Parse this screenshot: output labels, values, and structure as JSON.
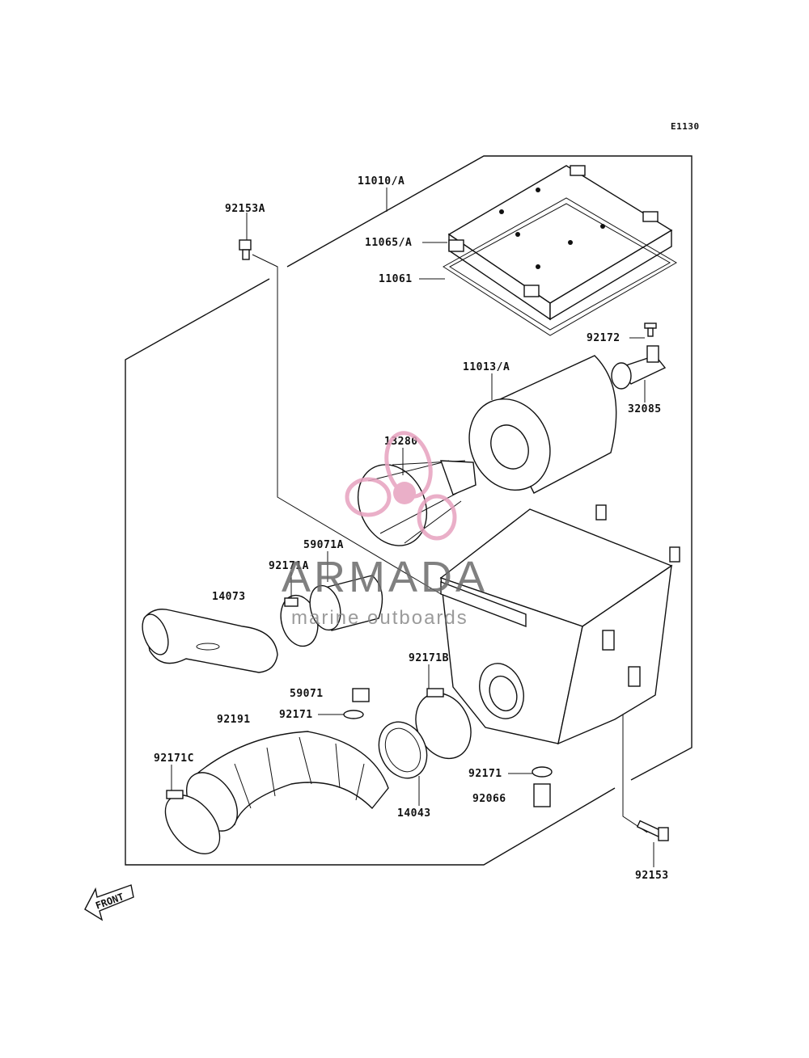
{
  "diagram": {
    "code": "E1130",
    "front_label": "FRONT",
    "watermark": {
      "brand": "ARMADA",
      "tagline": "marine outboards",
      "color": "#e7a2bf"
    },
    "part_labels": [
      "11010/A",
      "92153A",
      "11065/A",
      "11061",
      "92172",
      "11013/A",
      "32085",
      "13280",
      "59071A",
      "92171A",
      "14073",
      "92171B",
      "59071",
      "92171",
      "92191",
      "92171C",
      "92171",
      "92066",
      "14043",
      "92153"
    ]
  }
}
